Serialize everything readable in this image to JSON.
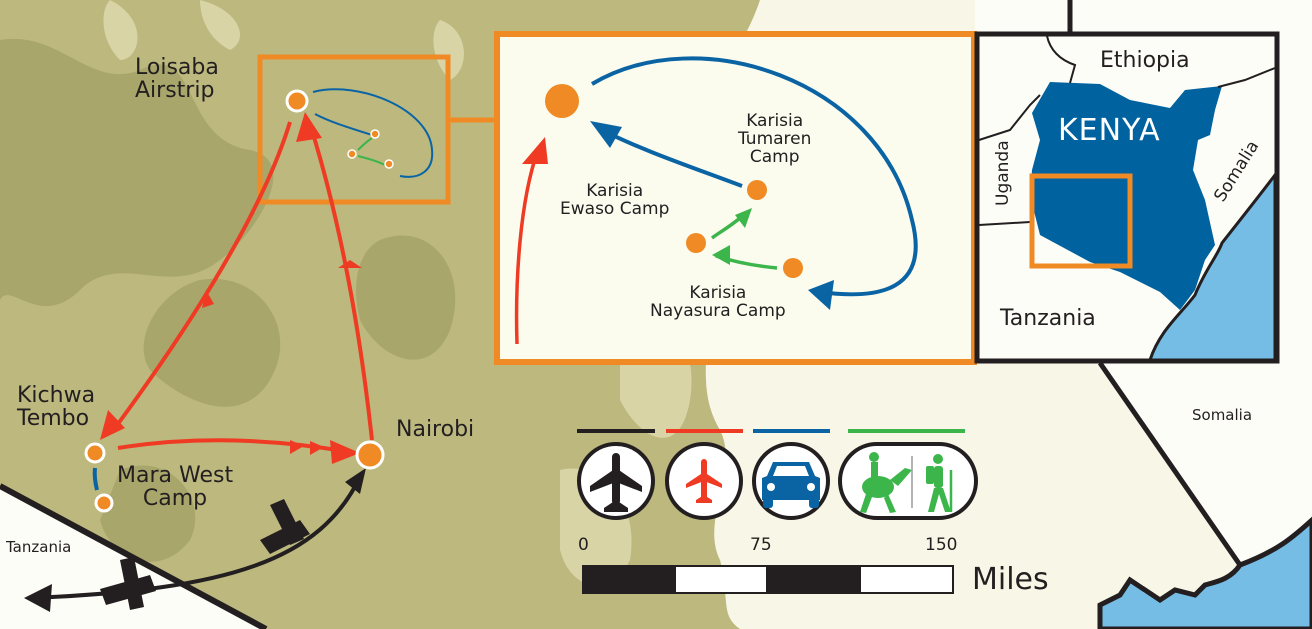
{
  "map": {
    "colors": {
      "land_dark": "#a9a66c",
      "land_mid": "#bcb87e",
      "land_light": "#d8d4a6",
      "plains": "#f8f6e6",
      "outside": "#fdfdf8",
      "ocean": "#76bde6",
      "kenya_blue": "#00629f",
      "orange": "#f08a24",
      "red_route": "#ef3b24",
      "blue_route": "#0a64a4",
      "green_route": "#3cb54a",
      "black_route": "#231f20"
    },
    "main_labels": {
      "loisaba_1": "Loisaba",
      "loisaba_2": "Airstrip",
      "kichwa_1": "Kichwa",
      "kichwa_2": "Tembo",
      "mara_1": "Mara West",
      "mara_2": "Camp",
      "nairobi": "Nairobi",
      "tanzania": "Tanzania",
      "somalia": "Somalia"
    },
    "inset_labels": {
      "tumaren_1": "Karisia",
      "tumaren_2": "Tumaren",
      "tumaren_3": "Camp",
      "ewaso_1": "Karisia",
      "ewaso_2": "Ewaso Camp",
      "nayasura_1": "Karisia",
      "nayasura_2": "Nayasura Camp"
    },
    "locator": {
      "kenya": "KENYA",
      "ethiopia": "Ethiopia",
      "uganda": "Uganda",
      "somalia": "Somalia",
      "tanzania": "Tanzania"
    },
    "legend": {
      "items": [
        {
          "name": "international-flight",
          "color": "#231f20",
          "icon": "airplane-icon"
        },
        {
          "name": "domestic-flight",
          "color": "#ef3b24",
          "icon": "airplane-icon"
        },
        {
          "name": "road-transfer",
          "color": "#0a64a4",
          "icon": "car-icon"
        },
        {
          "name": "camel-or-walking",
          "color": "#3cb54a",
          "icon": "camel-rider-icon / hiker-icon"
        }
      ]
    },
    "scale": {
      "ticks": [
        "0",
        "75",
        "150"
      ],
      "unit": "Miles"
    }
  }
}
